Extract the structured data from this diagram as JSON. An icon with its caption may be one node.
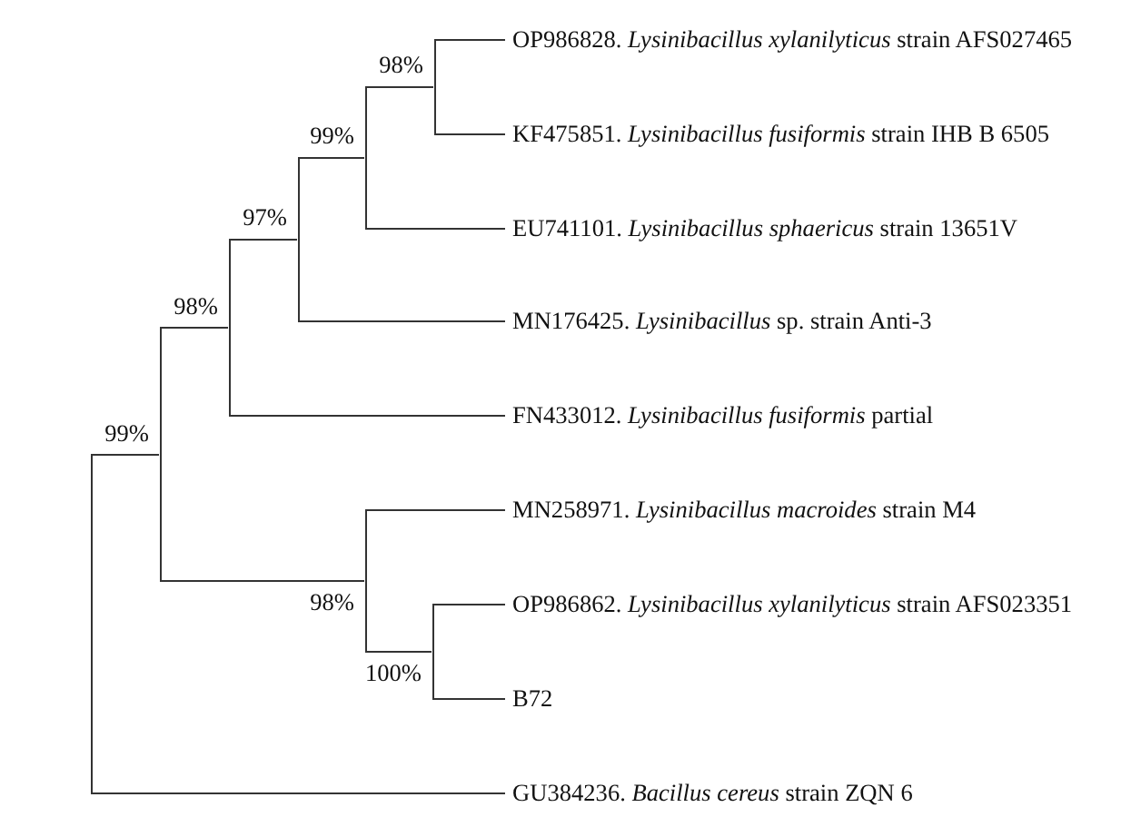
{
  "diagram": {
    "nodes": [
      {
        "text": [],
        "shape": "bar"
      },
      {
        "text": [],
        "shape": "bar",
        "beside": [
          "99%"
        ]
      },
      {
        "text": [],
        "shape": "bar",
        "beside": [
          "98%"
        ]
      },
      {
        "text": [],
        "shape": "bar",
        "beside": [
          "97%"
        ]
      },
      {
        "text": [],
        "shape": "bar",
        "beside": [
          "99%"
        ]
      },
      {
        "text": [],
        "shape": "bar",
        "beside": [
          "98%"
        ]
      },
      {
        "text": [
          "OP986828. *Lysinibacillus xylanilyticus* strain AFS027465"
        ]
      },
      {
        "text": [
          "KF475851. *Lysinibacillus fusiformis* strain IHB B 6505"
        ]
      },
      {
        "text": [
          "EU741101. *Lysinibacillus sphaericus* strain 13651V"
        ]
      },
      {
        "text": [
          "MN176425. *Lysinibacillus* sp. strain Anti-3"
        ]
      },
      {
        "text": [
          "FN433012. *Lysinibacillus fusiformis* partial"
        ]
      },
      {
        "text": [],
        "shape": "bar",
        "beside": [
          "98%"
        ]
      },
      {
        "text": [
          "MN258971. *Lysinibacillus macroides* strain M4"
        ]
      },
      {
        "text": [],
        "shape": "bar",
        "beside": [
          "100%"
        ]
      },
      {
        "text": [
          "OP986862. *Lysinibacillus xylanilyticus* strain AFS023351"
        ]
      },
      {
        "text": [
          "B72"
        ]
      },
      {
        "text": [
          "GU384236. *Bacillus cereus* strain ZQN 6"
        ]
      }
    ],
    "edges": [
      {
        "from": 0,
        "to": 1,
        "arrow": "none"
      },
      {
        "from": 0,
        "to": 16,
        "arrow": "none"
      },
      {
        "from": 1,
        "to": 2,
        "arrow": "none"
      },
      {
        "from": 1,
        "to": 11,
        "arrow": "none"
      },
      {
        "from": 2,
        "to": 3,
        "arrow": "none"
      },
      {
        "from": 2,
        "to": 10,
        "arrow": "none"
      },
      {
        "from": 3,
        "to": 4,
        "arrow": "none"
      },
      {
        "from": 3,
        "to": 9,
        "arrow": "none"
      },
      {
        "from": 4,
        "to": 5,
        "arrow": "none"
      },
      {
        "from": 4,
        "to": 8,
        "arrow": "none"
      },
      {
        "from": 5,
        "to": 6,
        "arrow": "none"
      },
      {
        "from": 5,
        "to": 7,
        "arrow": "none"
      },
      {
        "from": 11,
        "to": 12,
        "arrow": "none"
      },
      {
        "from": 11,
        "to": 13,
        "arrow": "none"
      },
      {
        "from": 13,
        "to": 14,
        "arrow": "none"
      },
      {
        "from": 13,
        "to": 15,
        "arrow": "none"
      }
    ]
  }
}
